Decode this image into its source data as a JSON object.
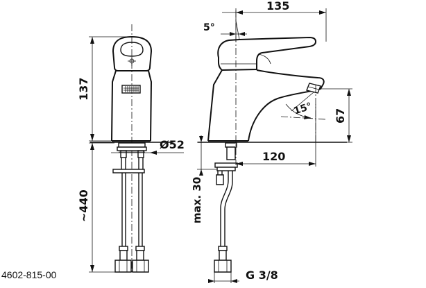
{
  "drawing": {
    "article_number": "4602-815-00",
    "dimensions": {
      "overall_reach": "135",
      "lever_angle": "5°",
      "spout_angle": "15°",
      "body_height": "137",
      "spout_height": "67",
      "base_diameter": "Ø52",
      "spout_reach": "120",
      "hose_length": "~440",
      "thickness_max": "max. 30",
      "connection_thread": "G 3/8"
    }
  }
}
